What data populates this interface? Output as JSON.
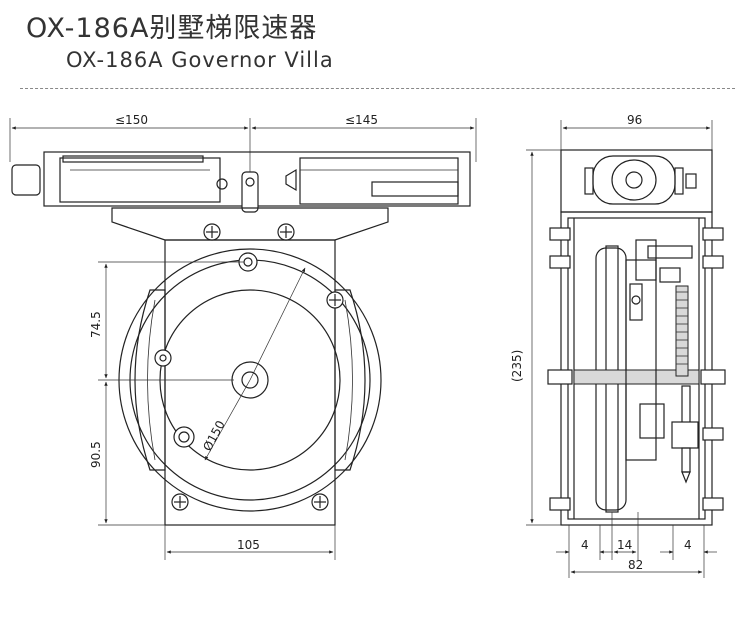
{
  "header": {
    "title_cn": "OX-186A别墅梯限速器",
    "title_en": "OX-186A Governor Villa"
  },
  "dimensions": {
    "front_left_width": "≤150",
    "front_right_width": "≤145",
    "upper_height": "74.5",
    "lower_height": "90.5",
    "sheave_diameter": "Ø150",
    "base_width": "105",
    "side_top_width": "96",
    "side_total_height": "(235)",
    "side_gap_left": "4",
    "side_sheave_width": "14",
    "side_gap_right": "4",
    "side_base_width": "82"
  }
}
